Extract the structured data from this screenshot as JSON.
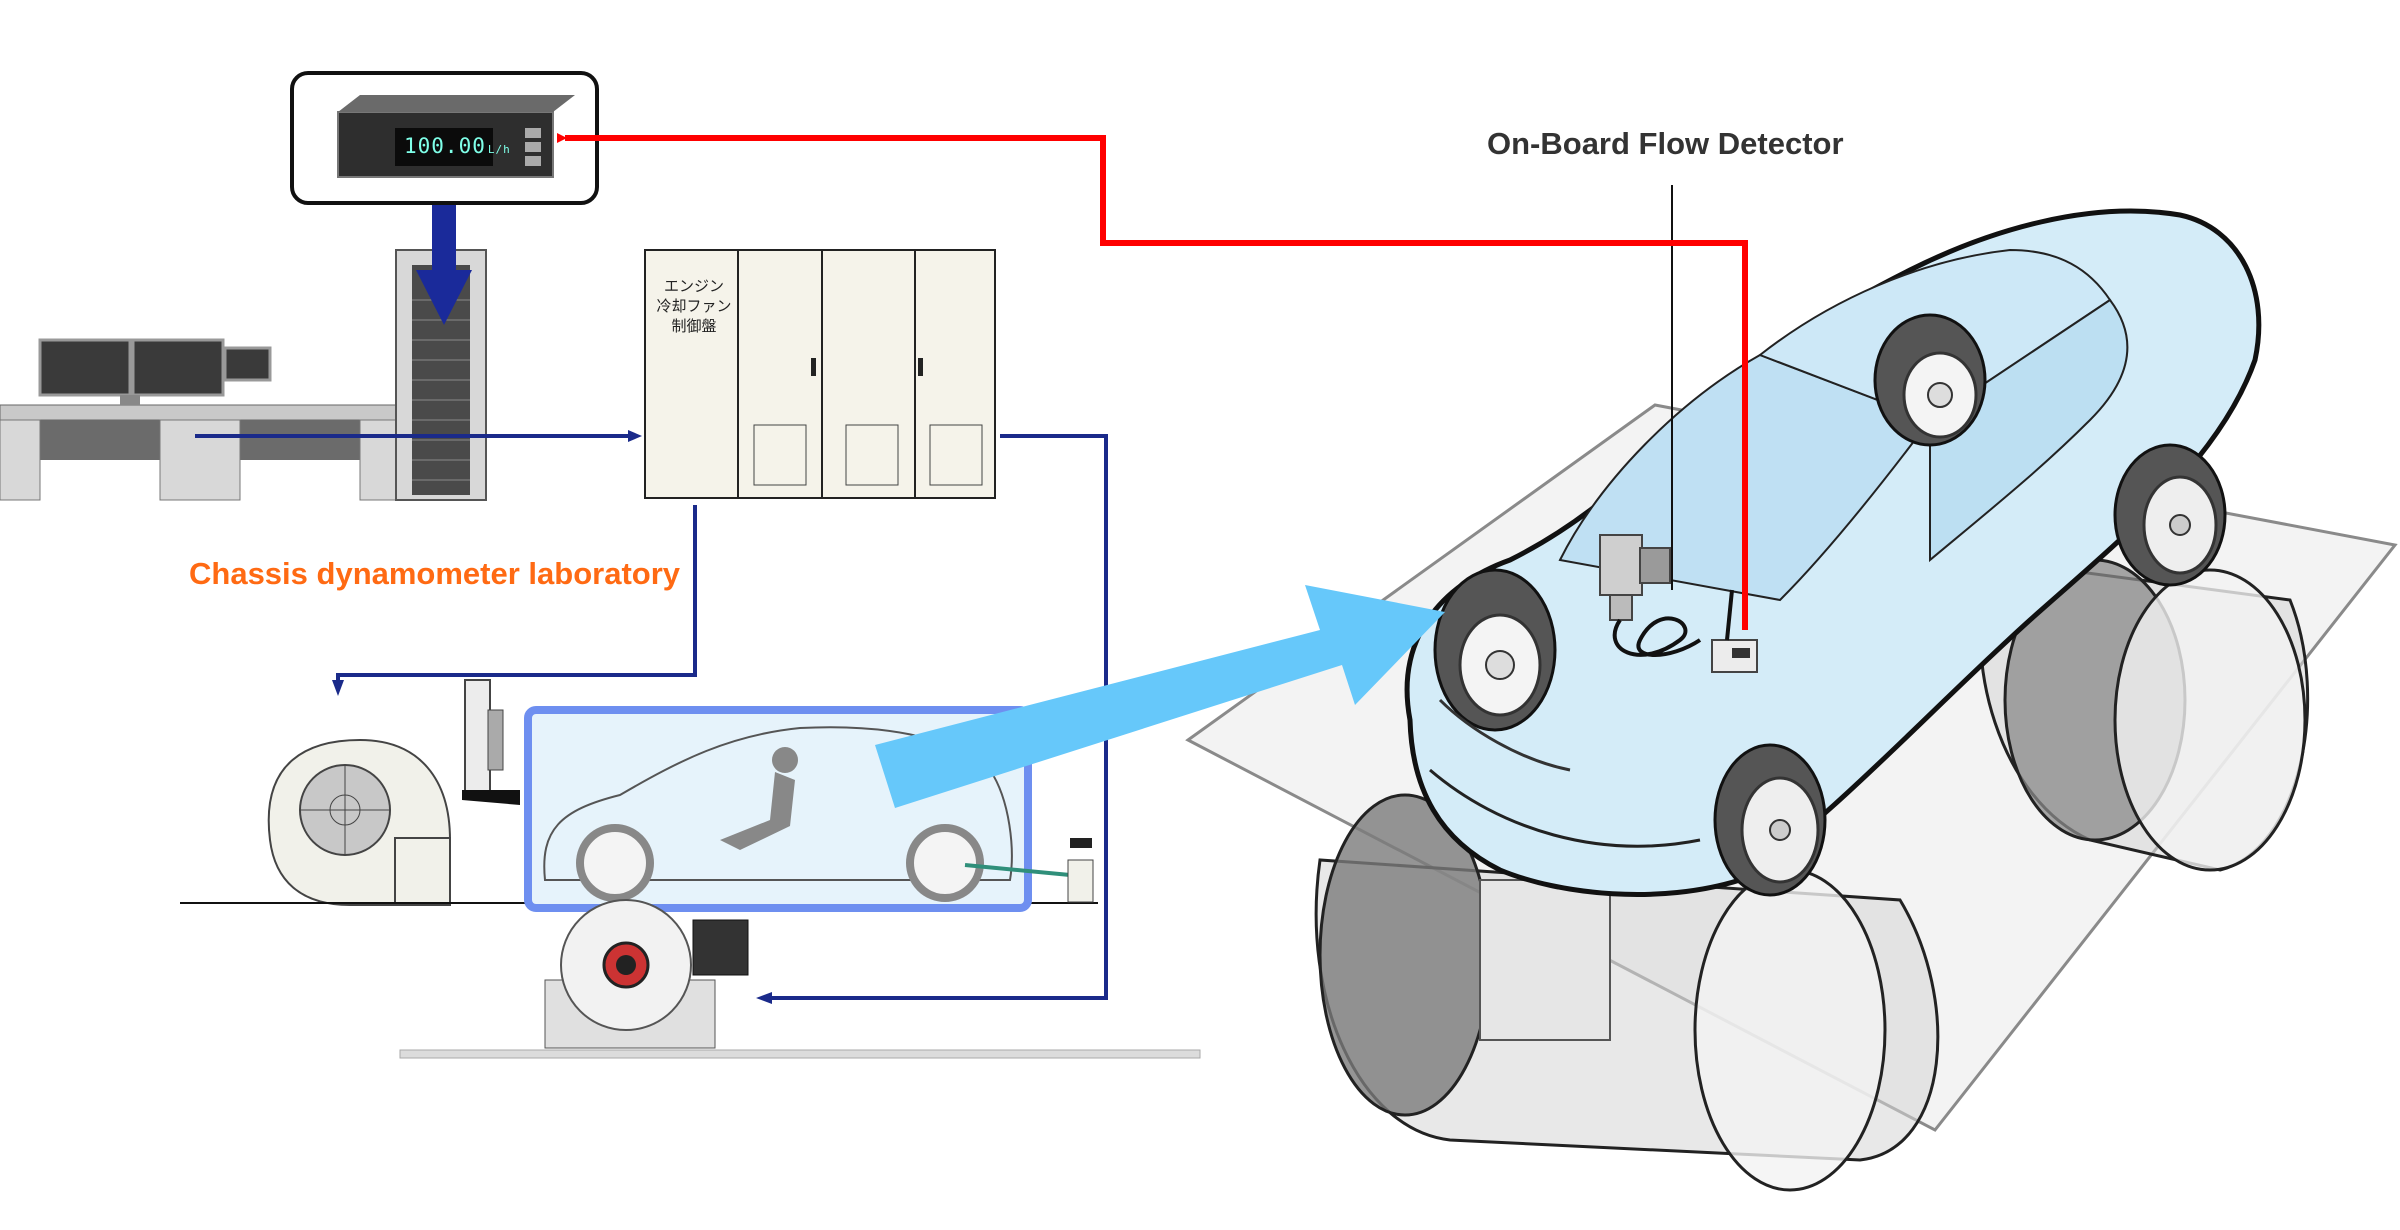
{
  "labels": {
    "detector": "On-Board Flow Detector",
    "laboratory": "Chassis dynamometer laboratory",
    "panel": "エンジン\n冷却ファン\n制御盤"
  },
  "flow_meter": {
    "value": "100.00",
    "unit": "L/h"
  },
  "colors": {
    "signal_line": "#ff0000",
    "control_line": "#1a2a8a",
    "data_arrow": "#1a2a9a",
    "zoom_arrow": "#66c8fa",
    "car_tint": "#d4ecf8",
    "laboratory_text": "#ff6a13",
    "detector_text": "#333333"
  },
  "icons": {
    "flow_meter": "flow-meter-icon",
    "server": "server-rack-icon",
    "workstation": "workstation-icon",
    "cooling_fan": "cooling-fan-icon",
    "dynamometer": "dynamometer-roller-icon",
    "test_car": "test-car-icon",
    "car_3d": "car-3d-icon",
    "detector_device": "flow-detector-device-icon"
  }
}
